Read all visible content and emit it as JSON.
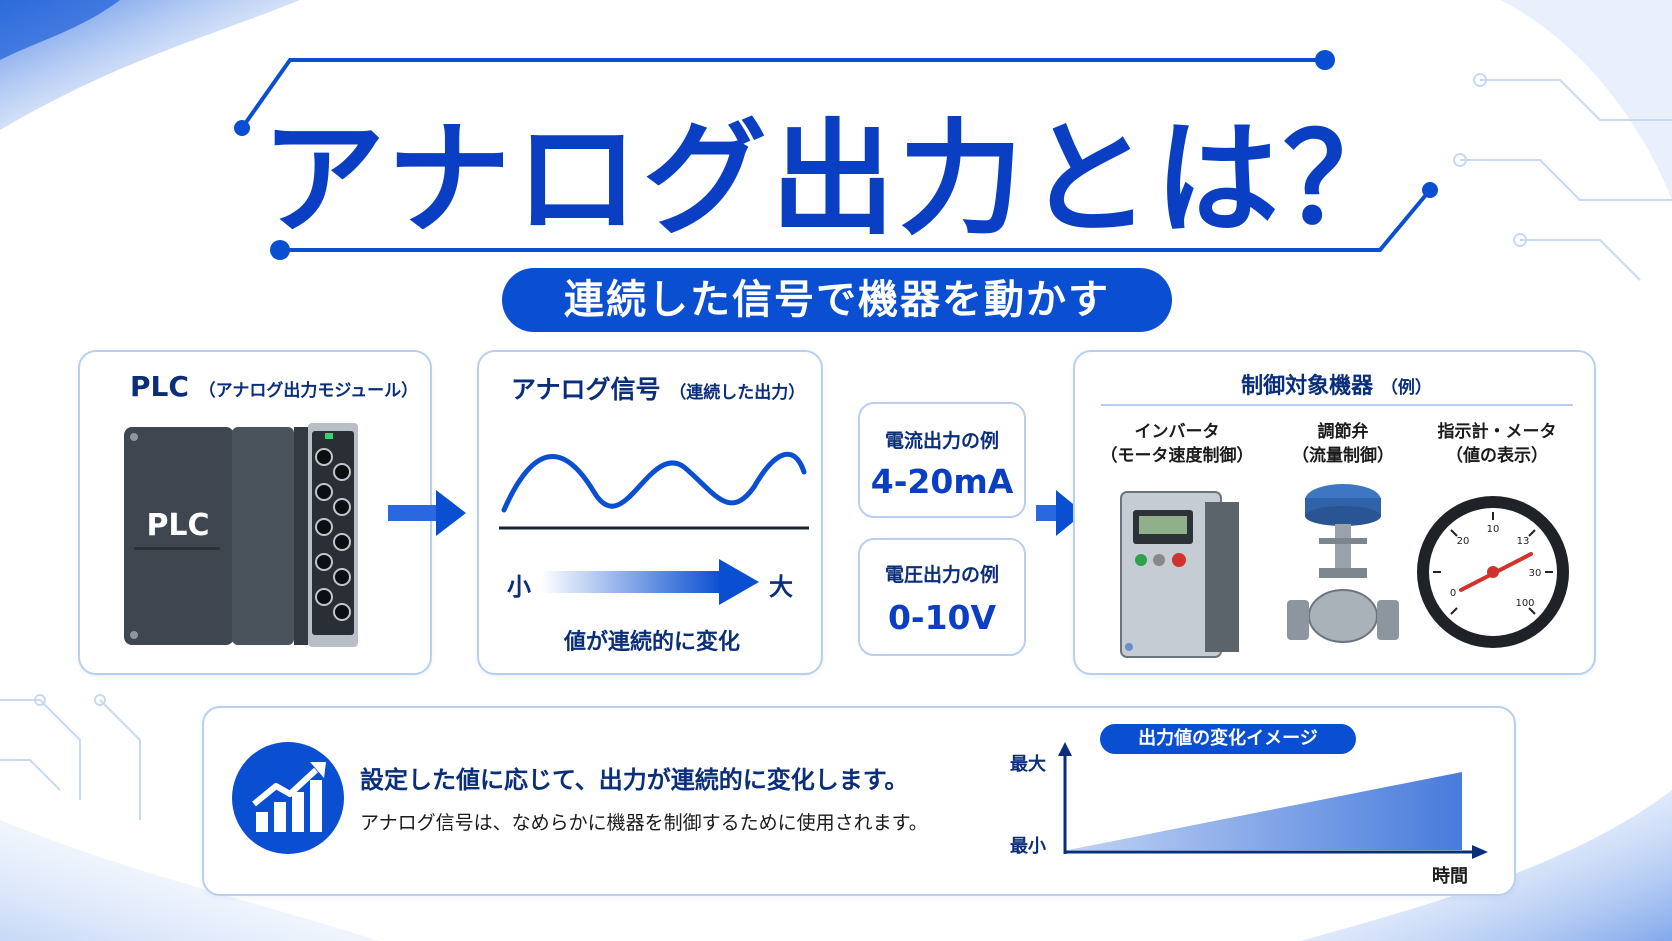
{
  "title": "アナログ出力とは？",
  "subtitle": "連続した信号で機器を動かす",
  "plc_panel": {
    "title_main": "PLC",
    "title_sub": "（アナログ出力モジュール）",
    "device_label": "PLC"
  },
  "signal_panel": {
    "title_main": "アナログ信号",
    "title_sub": "（連続した出力）",
    "min_label": "小",
    "max_label": "大",
    "caption": "値が連続的に変化"
  },
  "examples": {
    "current_label": "電流出力の例",
    "current_value": "4-20mA",
    "voltage_label": "電圧出力の例",
    "voltage_value": "0-10V"
  },
  "devices_panel": {
    "title_main": "制御対象機器",
    "title_sub": "（例）",
    "items": [
      {
        "name": "インバータ",
        "desc": "（モータ速度制御）"
      },
      {
        "name": "調節弁",
        "desc": "（流量制御）"
      },
      {
        "name": "指示計・メータ",
        "desc": "（値の表示）"
      }
    ],
    "gauge_ticks": [
      "10",
      "13",
      "20",
      "30",
      "0",
      "100"
    ]
  },
  "summary": {
    "headline": "設定した値に応じて、出力が連続的に変化します。",
    "body": "アナログ信号は、なめらかに機器を制御するために使用されます。"
  },
  "chart_data": {
    "type": "area",
    "title": "出力値の変化イメージ",
    "xlabel": "時間",
    "y_max_label": "最大",
    "y_min_label": "最小",
    "x": [
      0,
      1
    ],
    "values": [
      0,
      1
    ]
  },
  "colors": {
    "primary": "#0a4fd1",
    "title": "#0a3fc4",
    "dark_text": "#0b2e7a",
    "panel_border": "#b8cff1"
  }
}
